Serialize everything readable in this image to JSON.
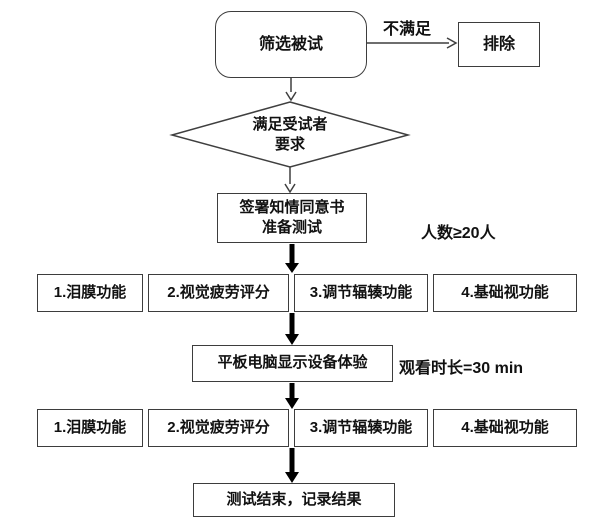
{
  "diagram": {
    "start": {
      "label": "筛选被试"
    },
    "reject": {
      "branch_label": "不满足",
      "label": "排除"
    },
    "decision": {
      "line1": "满足受试者",
      "line2": "要求"
    },
    "consent": {
      "line1": "签署知情同意书",
      "line2": "准备测试",
      "note": "人数≥20人"
    },
    "pre_tests": {
      "items": [
        "1.泪膜功能",
        "2.视觉疲劳评分",
        "3.调节辐辏功能",
        "4.基础视功能"
      ]
    },
    "experience": {
      "label": "平板电脑显示设备体验",
      "note": "观看时长=30 min"
    },
    "post_tests": {
      "items": [
        "1.泪膜功能",
        "2.视觉疲劳评分",
        "3.调节辐辏功能",
        "4.基础视功能"
      ]
    },
    "end": {
      "label": "测试结束，记录结果"
    }
  },
  "colors": {
    "line": "#3f3f3f",
    "thick_arrow": "#000000",
    "text": "#111111",
    "background": "#ffffff",
    "node_fill": "#ffffff"
  }
}
